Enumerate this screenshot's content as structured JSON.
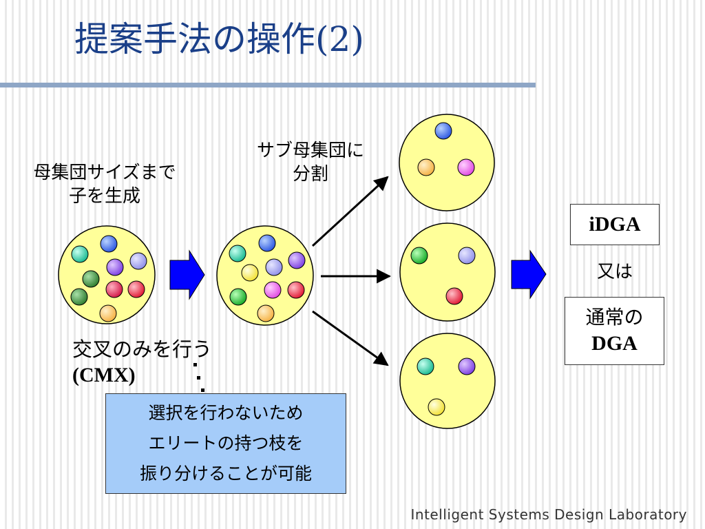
{
  "slide": {
    "title": "提案手法の操作",
    "title_number": "(2)",
    "footer": "Intelligent Systems Design Laboratory"
  },
  "labels": {
    "generate_line1": "母集団サイズまで",
    "generate_line2": "子を生成",
    "split_line1": "サブ母集団に",
    "split_line2": "分割",
    "crossover_line1": "交叉のみを行う",
    "crossover_line2": "(CMX)",
    "note_line1": "選択を行わないため",
    "note_line2": "エリートの持つ枝を",
    "note_line3": "振り分けることが可能",
    "option_idga": "iDGA",
    "or_text": "又は",
    "option_dga_line1": "通常の",
    "option_dga_line2": "DGA"
  },
  "colors": {
    "title": "#1a3f88",
    "population": "#ffff99",
    "arrow_fill": "#0000ff",
    "note_box": "#a5ccf9",
    "rule": "#8ea6c6"
  }
}
